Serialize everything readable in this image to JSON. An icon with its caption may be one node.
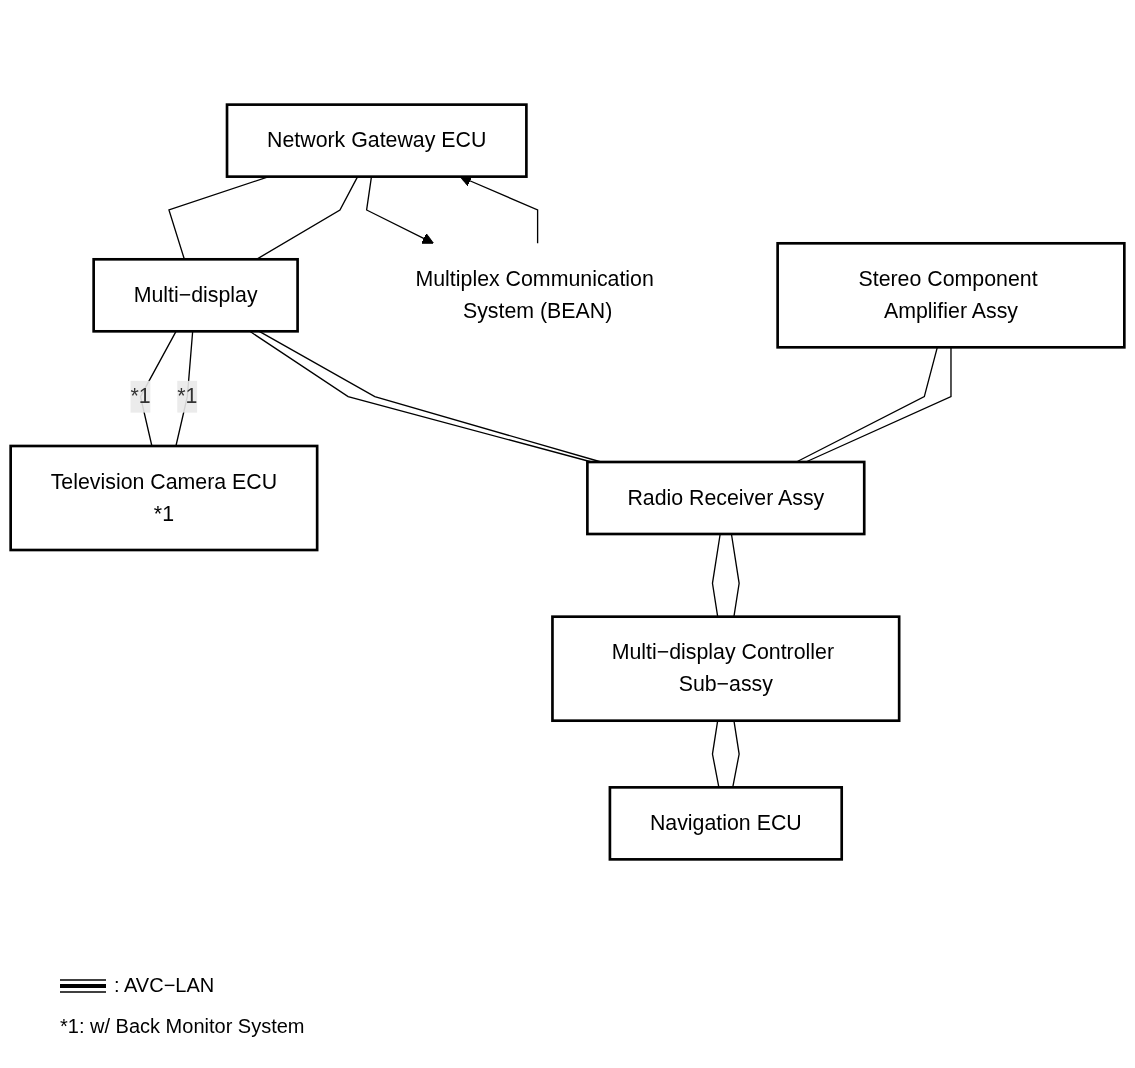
{
  "diagram": {
    "nodes": [
      {
        "text": [
          "Network Gateway ECU"
        ]
      },
      {
        "text": [
          "Multi−display"
        ]
      },
      {
        "text": [
          "Television Camera ECU",
          "*1"
        ]
      },
      {
        "text": [
          "Multiplex Communication System (BEAN)"
        ]
      },
      {
        "text": [
          "Radio Receiver Assy"
        ]
      },
      {
        "text": [
          "Multi−display Controller Sub−assy"
        ]
      },
      {
        "text": [
          "Stereo Component Amplifier Assy"
        ]
      },
      {
        "text": [
          "Navigation ECU"
        ]
      }
    ],
    "edges": [
      {
        "from": 0,
        "to": 1,
        "arrow": "none"
      },
      {
        "from": 0,
        "to": 1,
        "arrow": "none"
      },
      {
        "from": 1,
        "to": 2,
        "arrow": "none",
        "label": "*1"
      },
      {
        "from": 1,
        "to": 2,
        "arrow": "none",
        "label": "*1"
      },
      {
        "from": 3,
        "to": 0,
        "arrow": "to"
      },
      {
        "from": 0,
        "to": 3,
        "arrow": "to"
      },
      {
        "from": 1,
        "to": 4,
        "arrow": "none"
      },
      {
        "from": 1,
        "to": 4,
        "arrow": "none"
      },
      {
        "from": 4,
        "to": 5,
        "arrow": "none"
      },
      {
        "from": 4,
        "to": 5,
        "arrow": "none"
      },
      {
        "from": 5,
        "to": 7,
        "arrow": "none"
      },
      {
        "from": 5,
        "to": 7,
        "arrow": "none"
      },
      {
        "from": 6,
        "to": 4,
        "arrow": "none"
      },
      {
        "from": 6,
        "to": 4,
        "arrow": "none"
      }
    ],
    "labels": [
      "*1: w/ Back Monitor System"
    ],
    "legend": [
      {
        "text": ": AVC−LAN"
      }
    ]
  }
}
